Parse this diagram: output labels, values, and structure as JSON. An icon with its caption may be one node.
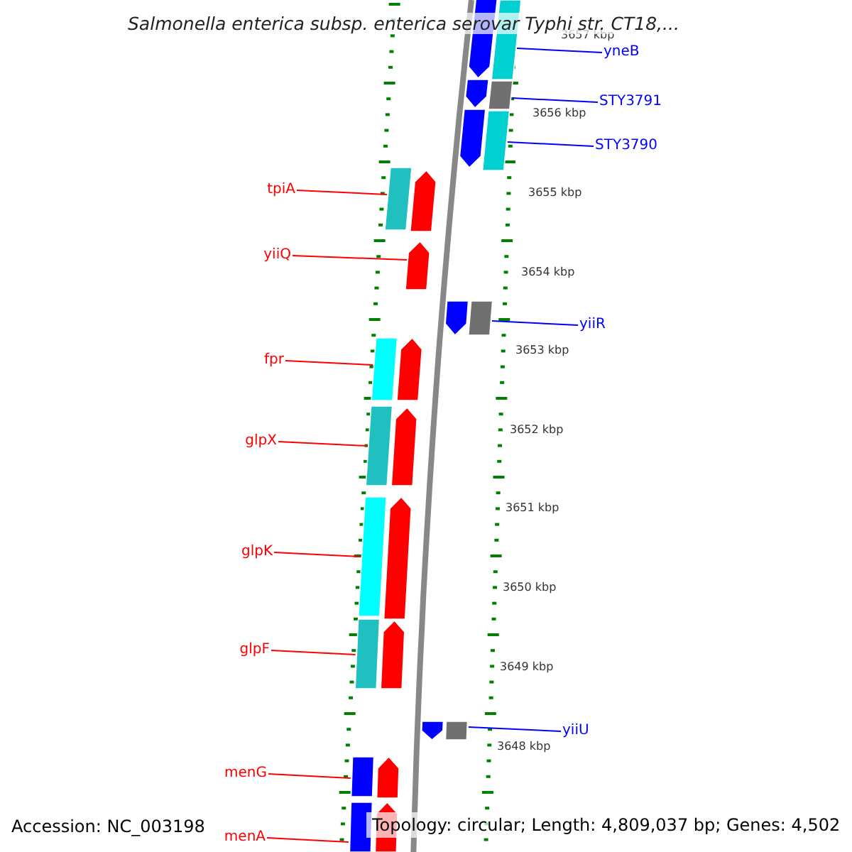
{
  "diagram": {
    "title": "Salmonella enterica subsp. enterica serovar Typhi str. CT18,...",
    "nodes": [
      {
        "text": [
          "yneB"
        ]
      },
      {
        "text": [
          "STY3791"
        ]
      },
      {
        "text": [
          "STY3790"
        ]
      },
      {
        "text": [
          "tpiA"
        ]
      },
      {
        "text": [
          "yiiQ"
        ]
      },
      {
        "text": [
          "yiiR"
        ]
      },
      {
        "text": [
          "fpr"
        ]
      },
      {
        "text": [
          "glpX"
        ]
      },
      {
        "text": [
          "glpK"
        ]
      },
      {
        "text": [
          "glpF"
        ]
      },
      {
        "text": [
          "yiiU"
        ]
      },
      {
        "text": [
          "menG"
        ]
      },
      {
        "text": [
          "menA"
        ]
      },
      {
        "text": [],
        "shape": "bar"
      },
      {
        "text": [],
        "shape": "bar"
      },
      {
        "text": [],
        "shape": "bar"
      },
      {
        "text": [],
        "shape": "bar"
      },
      {
        "text": [],
        "shape": "bar"
      },
      {
        "text": [],
        "shape": "bar"
      },
      {
        "text": [],
        "shape": "bar"
      },
      {
        "text": [],
        "shape": "bar"
      },
      {
        "text": [],
        "shape": "bar"
      },
      {
        "text": [],
        "shape": "bar"
      },
      {
        "text": [],
        "shape": "bar"
      },
      {
        "text": [],
        "shape": "bar"
      },
      {
        "text": [],
        "shape": "bar"
      },
      {
        "text": [],
        "shape": "bar"
      },
      {
        "text": [],
        "shape": "bar"
      },
      {
        "text": [],
        "shape": "bar"
      },
      {
        "text": [],
        "shape": "bar"
      },
      {
        "text": [],
        "shape": "bar"
      },
      {
        "text": [],
        "shape": "bar"
      },
      {
        "text": [],
        "shape": "bar"
      },
      {
        "text": [],
        "shape": "bar"
      },
      {
        "text": [],
        "shape": "bar"
      },
      {
        "text": [],
        "shape": "bar"
      },
      {
        "text": [],
        "shape": "bar"
      },
      {
        "text": [],
        "shape": "bar"
      }
    ],
    "edges": [
      {
        "from": 0,
        "to": 13,
        "arrow": "none",
        "color": "#0000ff"
      },
      {
        "from": 1,
        "to": 14,
        "arrow": "none",
        "color": "#0000ff"
      },
      {
        "from": 2,
        "to": 15,
        "arrow": "none",
        "color": "#0000ff"
      },
      {
        "from": 3,
        "to": 16,
        "arrow": "none"
      },
      {
        "from": 4,
        "to": 17,
        "arrow": "none"
      },
      {
        "from": 5,
        "to": 18,
        "arrow": "none",
        "color": "#0000ff"
      },
      {
        "from": 6,
        "to": 19,
        "arrow": "none"
      },
      {
        "from": 7,
        "to": 20,
        "arrow": "none"
      },
      {
        "from": 8,
        "to": 21,
        "arrow": "none"
      },
      {
        "from": 9,
        "to": 22,
        "arrow": "none"
      },
      {
        "from": 10,
        "to": 23,
        "arrow": "none",
        "color": "#0000ff"
      },
      {
        "from": 11,
        "to": 24,
        "arrow": "none"
      },
      {
        "from": 12,
        "to": 25,
        "arrow": "none"
      }
    ],
    "labels": [
      "3657 kbp",
      "3656 kbp",
      "3655 kbp",
      "3654 kbp",
      "3653 kbp",
      "3652 kbp",
      "3651 kbp",
      "3650 kbp",
      "3649 kbp",
      "3648 kbp",
      "Accession: NC_003198",
      "Topology: circular; Length: 4,809,037 bp; Genes: 4,502"
    ]
  }
}
